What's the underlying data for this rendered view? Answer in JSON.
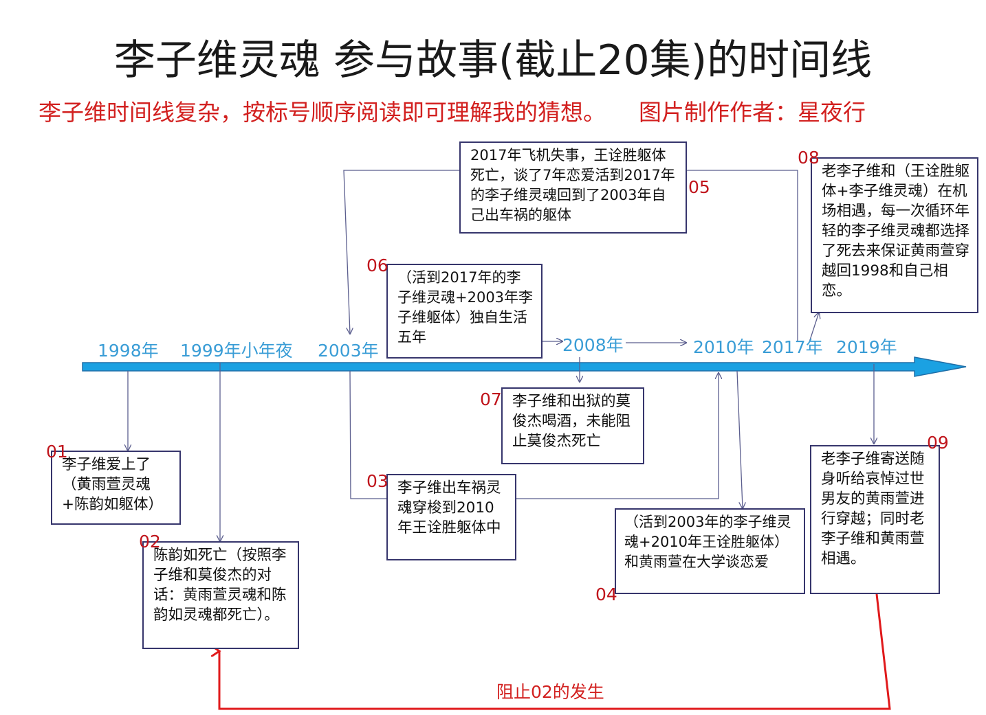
{
  "title": "李子维灵魂 参与故事(截止20集)的时间线",
  "subtitle": "李子维时间线复杂，按标号顺序阅读即可理解我的猜想。",
  "author": "图片制作作者：星夜行",
  "colors": {
    "timeline": "#1ba1e2",
    "timeline_outline": "#1f6fa8",
    "year_label": "#3a9dd6",
    "step_number": "#c0151c",
    "red_arrow": "#e0191b",
    "connector": "#5b5e8e",
    "box_border": "#36356c"
  },
  "years": [
    "1998年",
    "1999年小年夜",
    "2003年",
    "2008年",
    "2010年",
    "2017年",
    "2019年"
  ],
  "events": [
    {
      "num": "01",
      "text": "李子维爱上了（黄雨萱灵魂+陈韵如躯体）"
    },
    {
      "num": "02",
      "text": "陈韵如死亡（按照李子维和莫俊杰的对话：黄雨萱灵魂和陈韵如灵魂都死亡）。"
    },
    {
      "num": "03",
      "text": "李子维出车祸灵魂穿梭到2010年王诠胜躯体中"
    },
    {
      "num": "04",
      "text": "（活到2003年的李子维灵魂+2010年王诠胜躯体）和黄雨萱在大学谈恋爱"
    },
    {
      "num": "05",
      "text": "2017年飞机失事，王诠胜躯体死亡，谈了7年恋爱活到2017年的李子维灵魂回到了2003年自己出车祸的躯体"
    },
    {
      "num": "06",
      "text": "（活到2017年的李子维灵魂+2003年李子维躯体）独自生活五年"
    },
    {
      "num": "07",
      "text": "李子维和出狱的莫俊杰喝酒，未能阻止莫俊杰死亡"
    },
    {
      "num": "08",
      "text": "老李子维和（王诠胜躯体+李子维灵魂）在机场相遇，每一次循环年轻的李子维灵魂都选择了死去来保证黄雨萱穿越回1998和自己相恋。"
    },
    {
      "num": "09",
      "text": "老李子维寄送随身听给哀悼过世男友的黄雨萱进行穿越；同时老李子维和黄雨萱相遇。"
    }
  ],
  "red_arrow_label": "阻止02的发生"
}
